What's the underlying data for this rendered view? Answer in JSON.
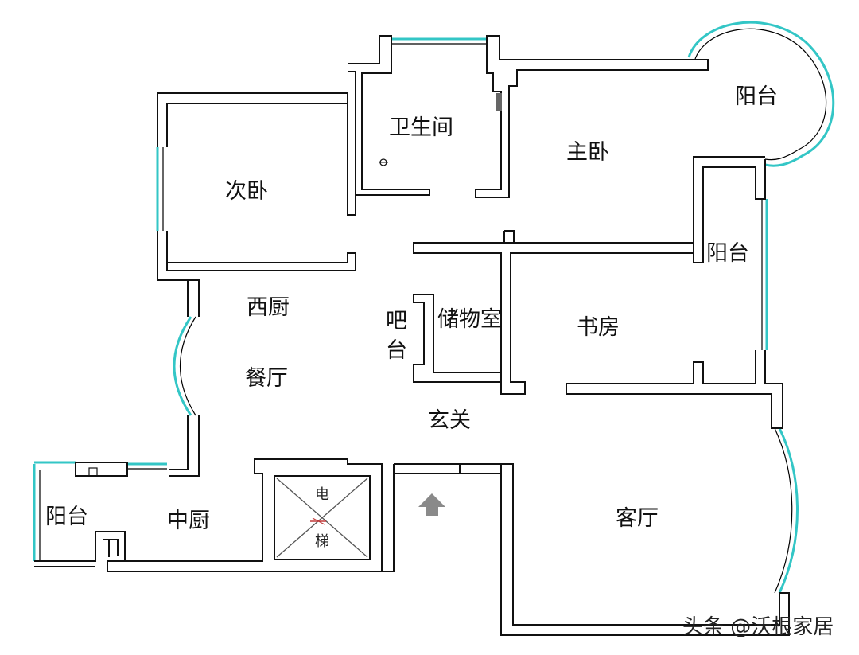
{
  "rooms": {
    "bathroom": "卫生间",
    "master_bedroom": "主卧",
    "balcony_master": "阳台",
    "second_bedroom": "次卧",
    "balcony_study": "阳台",
    "western_kitchen": "西厨",
    "bar_line1": "吧",
    "bar_line2": "台",
    "storage": "储物室",
    "study": "书房",
    "dining": "餐厅",
    "foyer": "玄关",
    "balcony_kitchen": "阳台",
    "chinese_kitchen": "中厨",
    "living": "客厅"
  },
  "elevator": {
    "top": "电",
    "bottom": "梯"
  },
  "watermark": "头条 @沃根家居",
  "colors": {
    "wall": "#111111",
    "window": "#33c6c6",
    "arrow": "#8a8a8a",
    "elevator_x": "#c03a3a"
  }
}
